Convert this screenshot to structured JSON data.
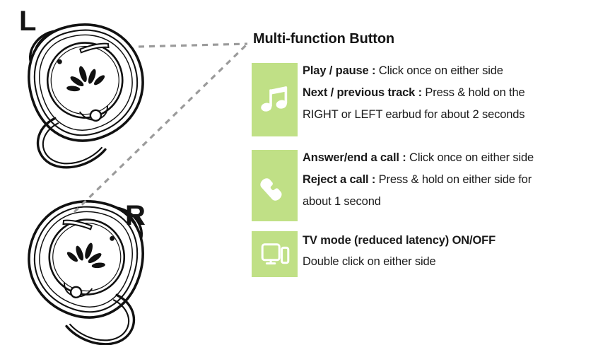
{
  "page": {
    "title": "Multi-function Button",
    "accent_color": "#c0e086",
    "text_color": "#1a1a1a",
    "background": "#ffffff",
    "leader_line_color": "#9b9b9b"
  },
  "earbuds": [
    {
      "id": "left",
      "label": "L",
      "logo": "soundcore-leaf-logo"
    },
    {
      "id": "right",
      "label": "R",
      "logo": "soundcore-leaf-logo"
    }
  ],
  "functions": [
    {
      "icon": "music-note-icon",
      "lines": [
        {
          "bold": "Play / pause :",
          "rest": " Click once on either side"
        },
        {
          "bold": "Next / previous track :",
          "rest": " Press & hold on the"
        },
        {
          "bold": "",
          "rest": "RIGHT or LEFT earbud for about 2 seconds"
        }
      ]
    },
    {
      "icon": "phone-handset-icon",
      "lines": [
        {
          "bold": "Answer/end a call :",
          "rest": " Click once on either side"
        },
        {
          "bold": "Reject a call :",
          "rest": " Press & hold on either side for"
        },
        {
          "bold": "",
          "rest": "about 1 second"
        }
      ]
    },
    {
      "icon": "tv-cast-icon",
      "lines": [
        {
          "bold": "TV mode (reduced latency) ON/OFF",
          "rest": ""
        },
        {
          "bold": "",
          "rest": "Double click on either side"
        }
      ]
    }
  ]
}
